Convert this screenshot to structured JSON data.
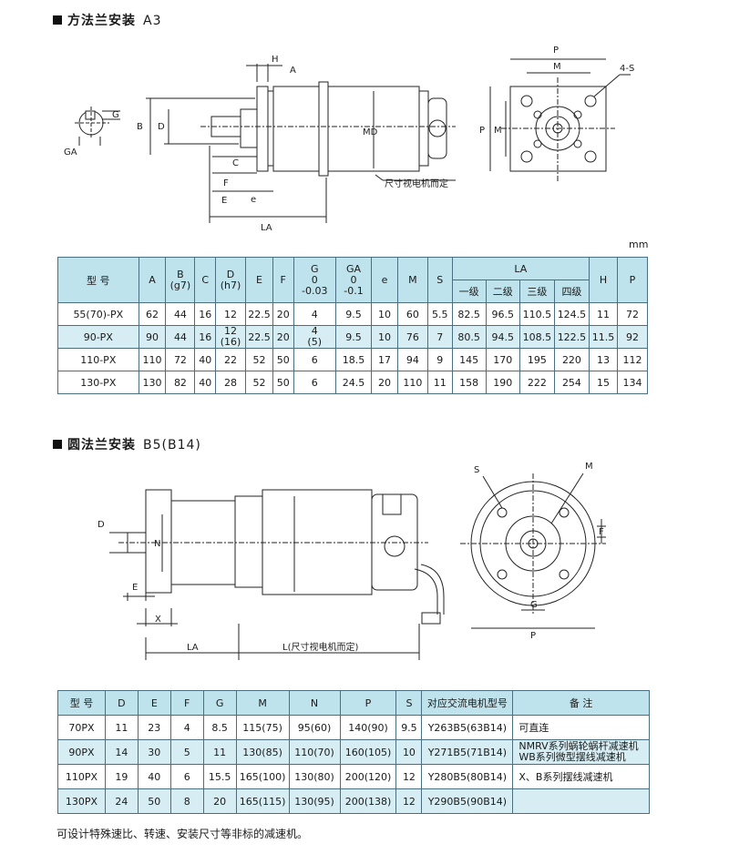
{
  "section1": {
    "title": "方法兰安装",
    "code": "A3",
    "unit": "mm",
    "drawing_note": "尺寸视电机而定",
    "labels": {
      "H": "H",
      "A": "A",
      "B": "B",
      "D": "D",
      "C": "C",
      "F": "F",
      "E": "E",
      "e": "e",
      "LA": "LA",
      "MD": "MD",
      "G": "G",
      "GA": "GA",
      "P": "P",
      "M": "M",
      "S4": "4-S"
    },
    "headers": {
      "model": "型 号",
      "A": "A",
      "B": "B",
      "B_sub": "(g7)",
      "C": "C",
      "D": "D",
      "D_sub": "(h7)",
      "E": "E",
      "F": "F",
      "G": "G",
      "G_tol1": "0",
      "G_tol2": "-0.03",
      "GA": "GA",
      "GA_tol1": "0",
      "GA_tol2": "-0.1",
      "e": "e",
      "M": "M",
      "S": "S",
      "LA": "LA",
      "LA1": "一级",
      "LA2": "二级",
      "LA3": "三级",
      "LA4": "四级",
      "H": "H",
      "P": "P"
    },
    "rows": [
      {
        "model": "55(70)-PX",
        "A": "62",
        "B": "44",
        "C": "16",
        "D": "12",
        "D2": "",
        "E": "22.5",
        "F": "20",
        "G": "4",
        "G2": "",
        "GA": "9.5",
        "e": "10",
        "M": "60",
        "S": "5.5",
        "LA1": "82.5",
        "LA2": "96.5",
        "LA3": "110.5",
        "LA4": "124.5",
        "H": "11",
        "P": "72"
      },
      {
        "model": "90-PX",
        "A": "90",
        "B": "44",
        "C": "16",
        "D": "12",
        "D2": "(16)",
        "E": "22.5",
        "F": "20",
        "G": "4",
        "G2": "(5)",
        "GA": "9.5",
        "e": "10",
        "M": "76",
        "S": "7",
        "LA1": "80.5",
        "LA2": "94.5",
        "LA3": "108.5",
        "LA4": "122.5",
        "H": "11.5",
        "P": "92"
      },
      {
        "model": "110-PX",
        "A": "110",
        "B": "72",
        "C": "40",
        "D": "22",
        "D2": "",
        "E": "52",
        "F": "50",
        "G": "6",
        "G2": "",
        "GA": "18.5",
        "e": "17",
        "M": "94",
        "S": "9",
        "LA1": "145",
        "LA2": "170",
        "LA3": "195",
        "LA4": "220",
        "H": "13",
        "P": "112"
      },
      {
        "model": "130-PX",
        "A": "130",
        "B": "82",
        "C": "40",
        "D": "28",
        "D2": "",
        "E": "52",
        "F": "50",
        "G": "6",
        "G2": "",
        "GA": "24.5",
        "e": "20",
        "M": "110",
        "S": "11",
        "LA1": "158",
        "LA2": "190",
        "LA3": "222",
        "LA4": "254",
        "H": "15",
        "P": "134"
      }
    ]
  },
  "section2": {
    "title": "圆法兰安装",
    "code": "B5(B14)",
    "drawing_note": "L(尺寸视电机而定)",
    "labels": {
      "D": "D",
      "N": "N",
      "E": "E",
      "X": "X",
      "LA": "LA",
      "S": "S",
      "M": "M",
      "F": "F",
      "G": "G",
      "P": "P"
    },
    "headers": {
      "model": "型 号",
      "D": "D",
      "E": "E",
      "F": "F",
      "G": "G",
      "M": "M",
      "N": "N",
      "P": "P",
      "S": "S",
      "motor": "对应交流电机型号",
      "remark": "备 注"
    },
    "rows": [
      {
        "model": "70PX",
        "D": "11",
        "E": "23",
        "F": "4",
        "G": "8.5",
        "M": "115(75)",
        "N": "95(60)",
        "P": "140(90)",
        "S": "9.5",
        "motor": "Y263B5(63B14)"
      },
      {
        "model": "90PX",
        "D": "14",
        "E": "30",
        "F": "5",
        "G": "11",
        "M": "130(85)",
        "N": "110(70)",
        "P": "160(105)",
        "S": "10",
        "motor": "Y271B5(71B14)"
      },
      {
        "model": "110PX",
        "D": "19",
        "E": "40",
        "F": "6",
        "G": "15.5",
        "M": "165(100)",
        "N": "130(80)",
        "P": "200(120)",
        "S": "12",
        "motor": "Y280B5(80B14)"
      },
      {
        "model": "130PX",
        "D": "24",
        "E": "50",
        "F": "8",
        "G": "20",
        "M": "165(115)",
        "N": "130(95)",
        "P": "200(138)",
        "S": "12",
        "motor": "Y290B5(90B14)"
      }
    ],
    "remarks": [
      "可直连",
      "NMRV系列蜗轮蜗杆减速机",
      "WB系列微型摆线减速机",
      "X、B系列摆线减速机"
    ]
  },
  "footer": "可设计特殊速比、转速、安装尺寸等非标的减速机。"
}
